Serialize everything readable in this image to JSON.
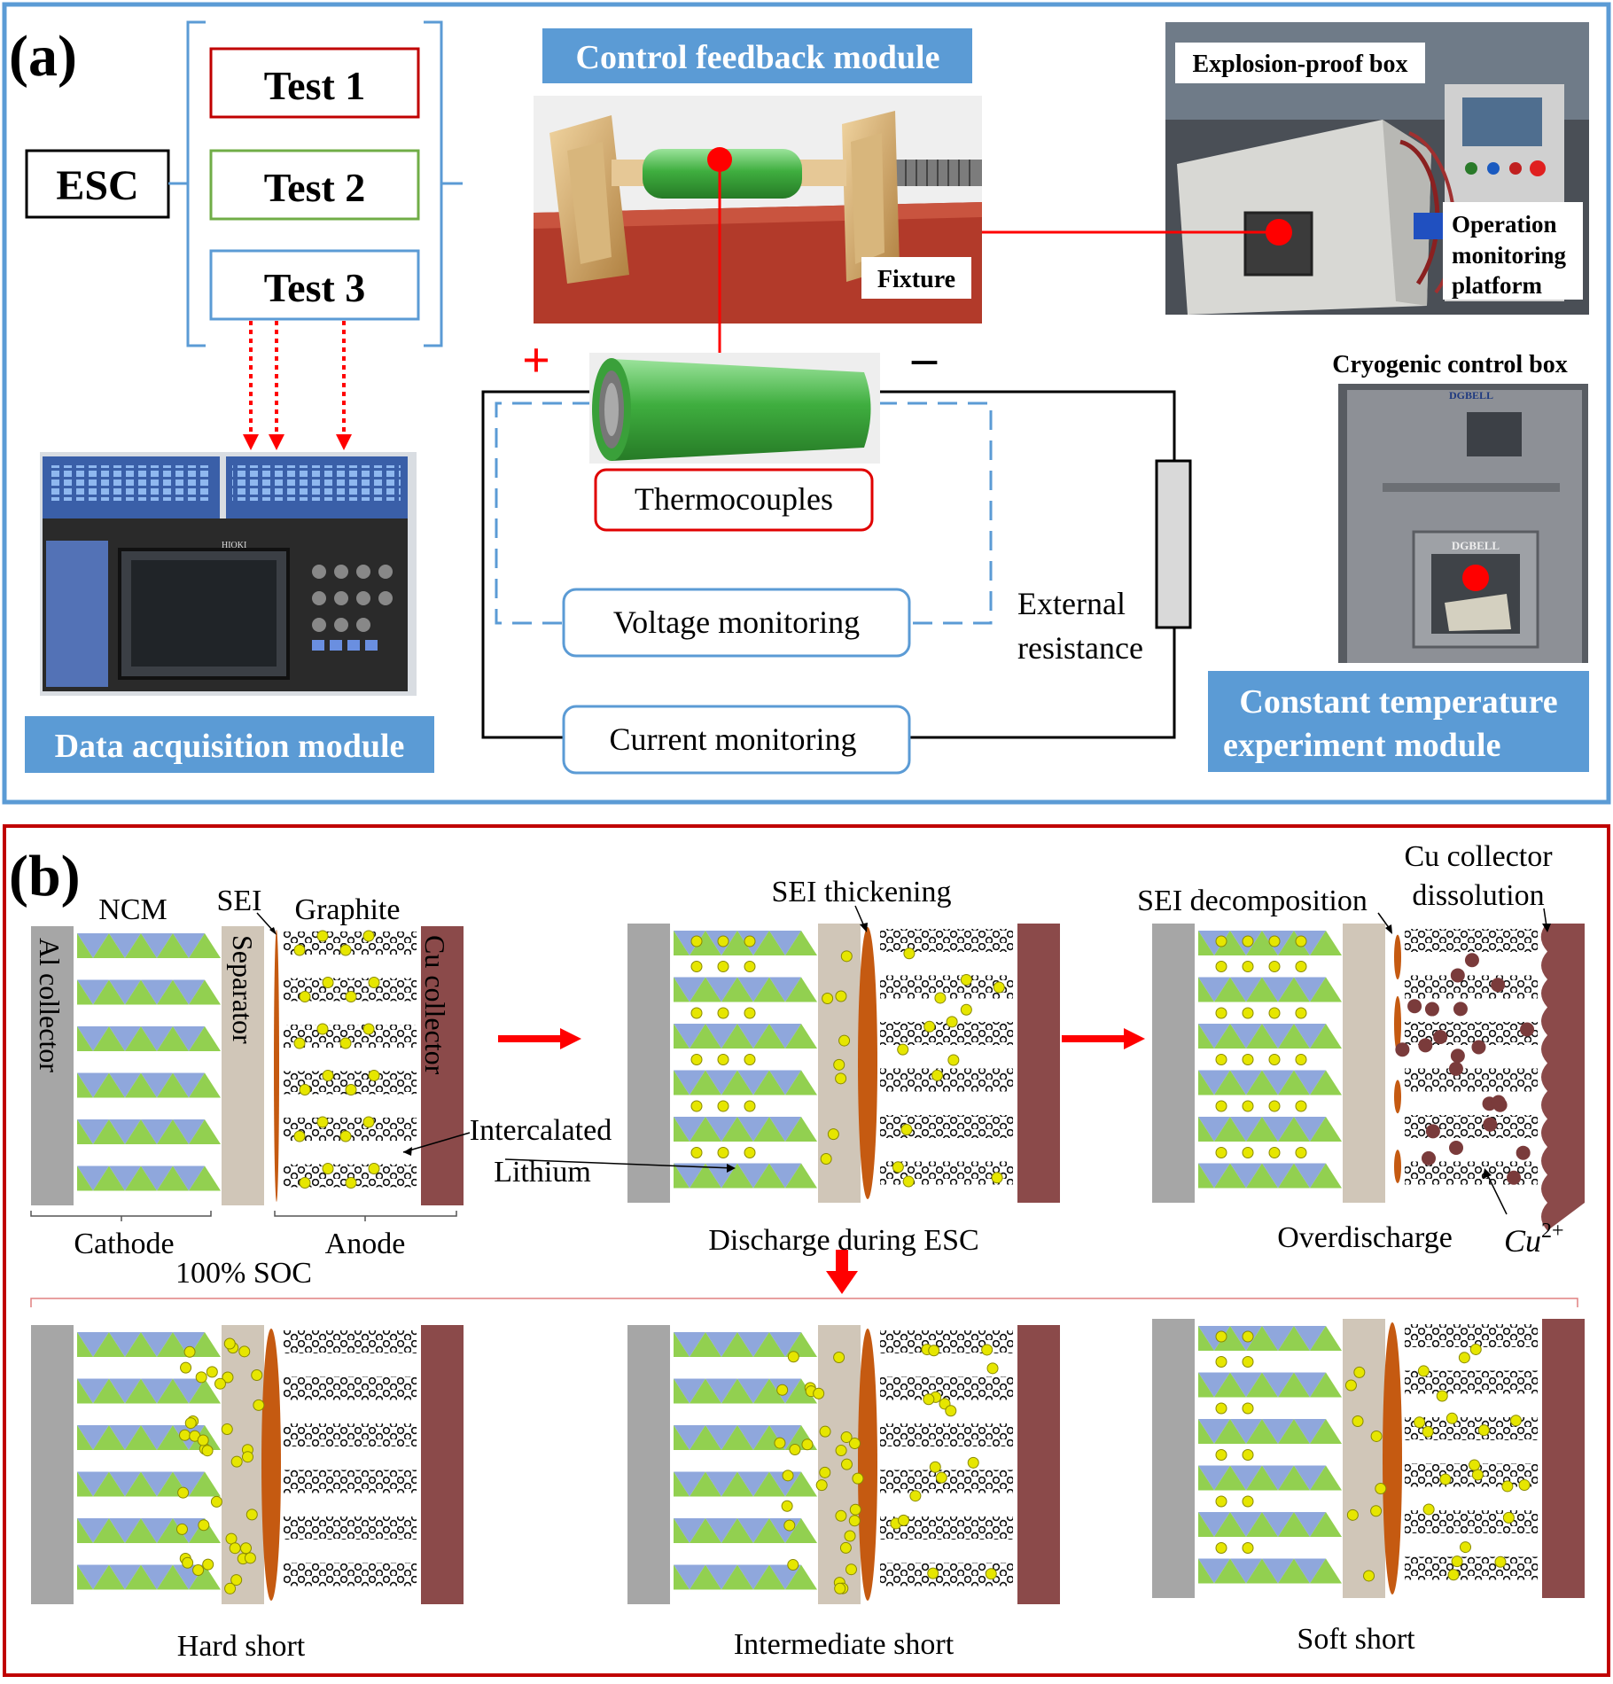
{
  "panel_a": {
    "label": "(a)",
    "esc": "ESC",
    "tests": [
      "Test 1",
      "Test 2",
      "Test 3"
    ],
    "control_feedback_module": "Control feedback module",
    "fixture": "Fixture",
    "explosion_proof_box": "Explosion-proof box",
    "operation_platform": [
      "Operation",
      "monitoring",
      "platform"
    ],
    "cryogenic_control_box": "Cryogenic control box",
    "dgbell": "DGBELL",
    "plus": "+",
    "minus": "–",
    "thermocouples": "Thermocouples",
    "voltage_monitoring": "Voltage monitoring",
    "current_monitoring": "Current monitoring",
    "external_resistance": [
      "External",
      "resistance"
    ],
    "data_acquisition_module": "Data acquisition module",
    "hioki": "HIOKI",
    "constant_temperature_module": [
      "Constant temperature",
      "experiment module"
    ]
  },
  "panel_b": {
    "label": "(b)",
    "ncm": "NCM",
    "sei": "SEI",
    "graphite": "Graphite",
    "al_collector": "Al collector",
    "separator": "Separator",
    "cu_collector": "Cu collector",
    "intercalated_lithium": [
      "Intercalated",
      "Lithium"
    ],
    "cathode": "Cathode",
    "anode": "Anode",
    "soc": "100% SOC",
    "sei_thickening": "SEI thickening",
    "discharge_during_esc": "Discharge during ESC",
    "sei_decomposition": "SEI decomposition",
    "cu_collector_dissolution": [
      "Cu collector",
      "dissolution"
    ],
    "overdischarge": "Overdischarge",
    "cu_ion_base": "Cu",
    "cu_ion_sup": "2+",
    "hard_short": "Hard short",
    "intermediate_short": "Intermediate short",
    "soft_short": "Soft short"
  },
  "colors": {
    "panel_a_border": "#5b9bd5",
    "panel_b_border": "#c00000",
    "module_label_bg": "#5b9bd5",
    "test1": "#c00000",
    "test2": "#70ad47",
    "test3": "#5b9bd5",
    "collector_al": "#a6a6a6",
    "collector_cu": "#8b4a4a",
    "separator": "#d0c6b8",
    "sei": "#c55a11",
    "lithium": "#e6e600",
    "cu_ion": "#7a3b3b",
    "cell_green": "#4fbf4f"
  }
}
